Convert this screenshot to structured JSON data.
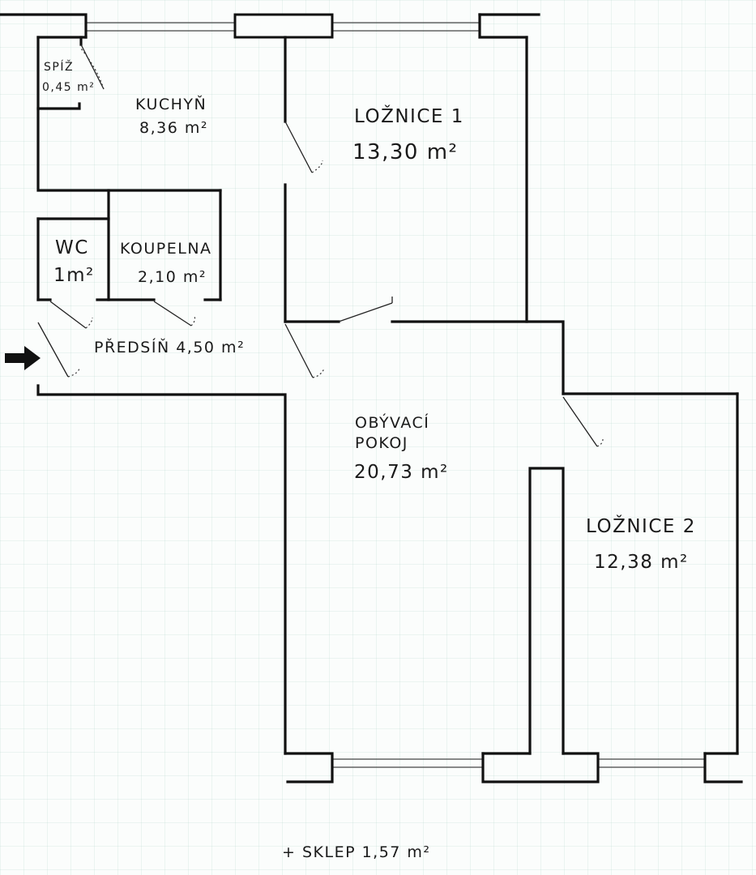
{
  "rooms": {
    "spiz": {
      "name": "SPÍŽ",
      "area": "0,45 m²"
    },
    "kuchyn": {
      "name": "KUCHYŇ",
      "area": "8,36 m²"
    },
    "loznice1": {
      "name": "LOŽNICE 1",
      "area": "13,30 m²"
    },
    "wc": {
      "name": "WC",
      "area": "1m²"
    },
    "koupelna": {
      "name": "KOUPELNA",
      "area": "2,10 m²"
    },
    "predsin": {
      "name": "PŘEDSÍŇ 4,50 m²"
    },
    "obyvaci": {
      "name_line1": "OBÝVACÍ",
      "name_line2": "POKOJ",
      "area": "20,73 m²"
    },
    "loznice2": {
      "name": "LOŽNICE 2",
      "area": "12,38 m²"
    }
  },
  "footer": {
    "sklep": "+ SKLEP 1,57 m²"
  },
  "icons": {
    "entrance": "entrance-arrow-icon"
  }
}
